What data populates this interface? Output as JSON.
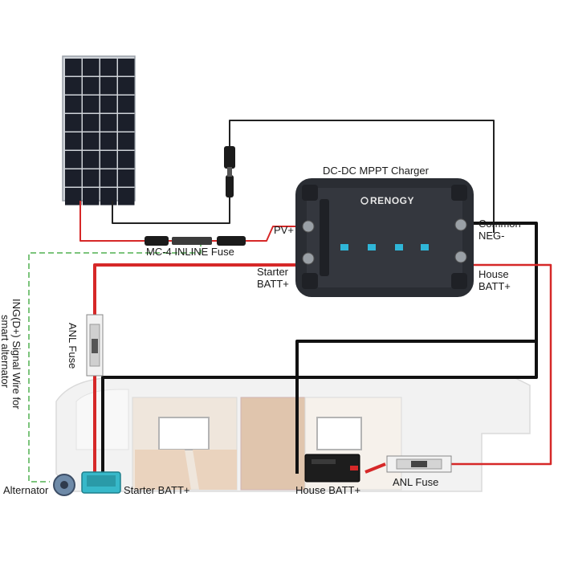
{
  "charger": {
    "title": "DC-DC MPPT Charger",
    "brand": "RENOGY"
  },
  "labels": {
    "pv_plus": "PV+",
    "common_neg_line1": "Common",
    "common_neg_line2": "NEG-",
    "starter_batt_line1": "Starter",
    "starter_batt_line2": "BATT+",
    "house_batt_line1": "House",
    "house_batt_line2": "BATT+",
    "mc4_fuse": "MC-4 INLINE Fuse",
    "anl_fuse_vertical": "ANL Fuse",
    "anl_fuse_bottom": "ANL Fuse",
    "ign_signal_line1": "ING(D+) Signal Wire for",
    "ign_signal_line2": "smart alternator",
    "alternator": "Alternator",
    "starter_batt_bottom": "Starter BATT+",
    "house_batt_bottom": "House BATT+"
  },
  "colors": {
    "positive_wire": "#d62828",
    "negative_wire": "#111111",
    "signal_wire": "#7cc47c",
    "solar_cell": "#1b1f2a",
    "charger_body": "#2a2d33",
    "indicator": "#2fb6d8",
    "starter_battery": "#37b8c9"
  }
}
